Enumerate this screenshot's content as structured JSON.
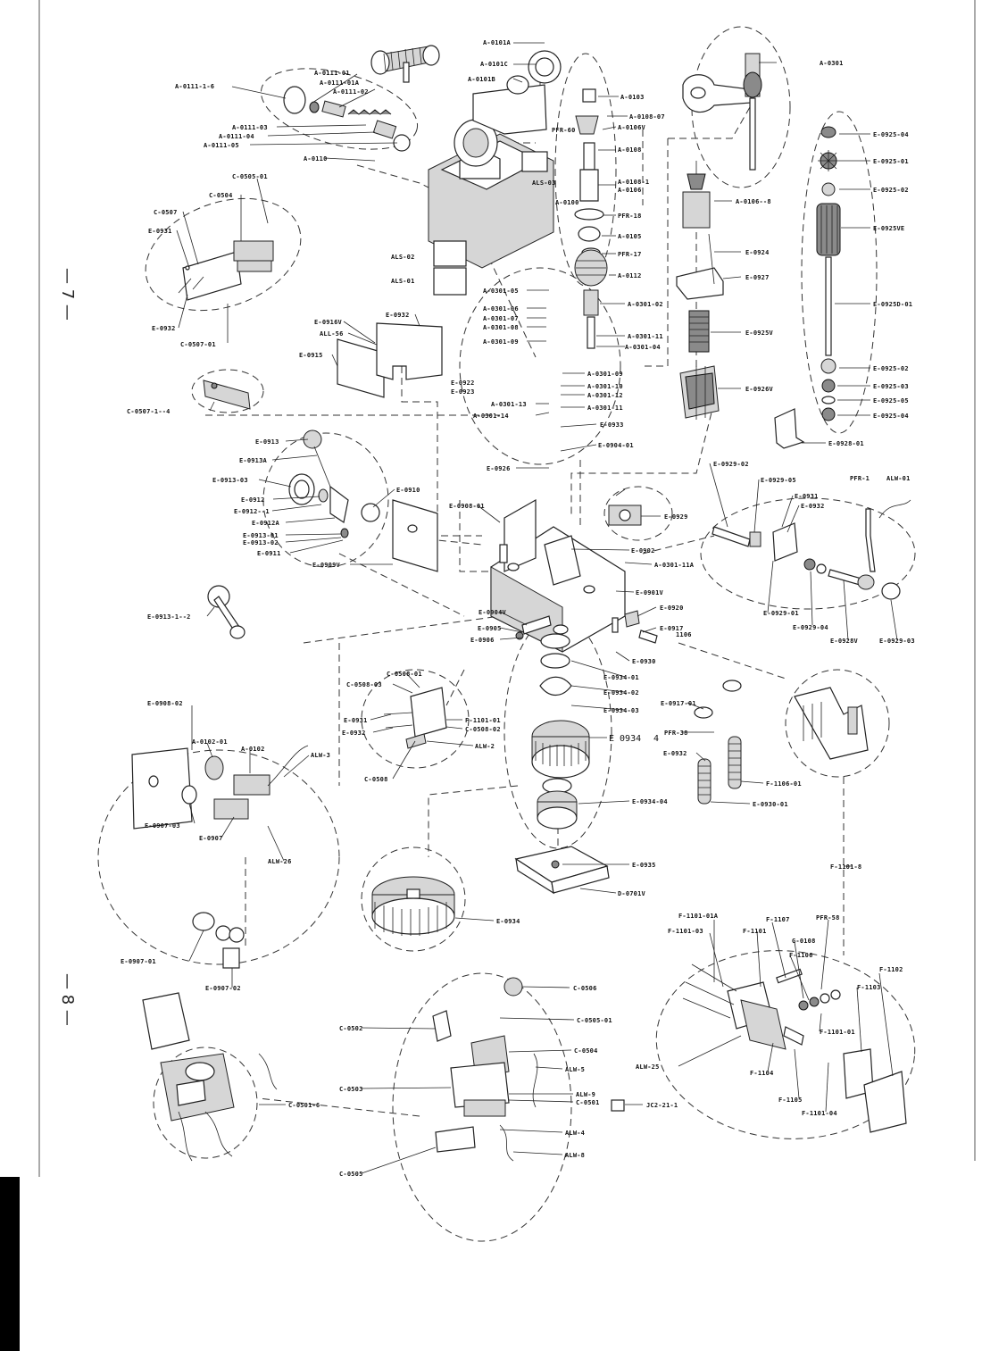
{
  "page": {
    "margin_marks": [
      "— 7 —",
      "— 8 —"
    ]
  },
  "labels": {
    "A_0101A": "A-0101A",
    "A_0101C": "A-0101C",
    "A_0101B": "A-0101B",
    "A_0103": "A-0103",
    "A_0108_07": "A-0108-07",
    "PFR_60": "PFR-60",
    "A_0106V": "A-0106V",
    "A_0108": "A-0108",
    "ALS_03": "ALS-03",
    "A_0108_1": "A-0108-1",
    "A_0106": "A-0106",
    "A_0100": "A-0100",
    "PFR_18": "PFR-18",
    "A_0105": "A-0105",
    "PFR_17": "PFR-17",
    "A_0112": "A-0112",
    "ALS_02": "ALS-02",
    "ALS_01": "ALS-01",
    "A_0111_1_6": "A-0111-1-6",
    "A_0111_01": "A-0111-01",
    "A_0111_01A": "A-0111-01A",
    "A_0111_02": "A-0111-02",
    "A_0111_03": "A-0111-03",
    "A_0111_04": "A-0111-04",
    "A_0111_05": "A-0111-05",
    "A_0110": "A-0110",
    "A_0301": "A-0301",
    "A_0106_8": "A-0106--8",
    "E_0924": "E-0924",
    "E_0927": "E-0927",
    "E_0925V": "E-0925V",
    "E_0926V": "E-0926V",
    "E_0925_04": "E-0925-04",
    "E_0925_01": "E-0925-01",
    "E_0925_02": "E-0925-02",
    "E_0925VE": "E-0925VE",
    "E_0925D_01": "E-0925D-01",
    "E_0925_02b": "E-0925-02",
    "E_0925_03": "E-0925-03",
    "E_0925_05": "E-0925-05",
    "E_0925_04b": "E-0925-04",
    "E_0928_01": "E-0928-01",
    "C_0505_01": "C-0505-01",
    "C_0504": "C-0504",
    "C_0507": "C-0507",
    "E_0931": "E-0931",
    "E_0932": "E-0932",
    "C_0507_01": "C-0507-01",
    "C_0507_1_4": "C-0507-1--4",
    "E_0916V": "E-0916V",
    "E_0932b": "E-0932",
    "ALL_56": "ALL-56",
    "E_0915": "E-0915",
    "A_0301_05": "A-0301-05",
    "A_0301_06": "A-0301-06",
    "A_0301_07": "A-0301-07",
    "A_0301_08": "A-0301-08",
    "A_0301_09": "A-0301-09",
    "A_0301_02": "A-0301-02",
    "A_0301_11": "A-0301-11",
    "A_0301_04": "A-0301-04",
    "A_0301_09b": "A-0301-09",
    "E_0922": "E-0922",
    "E_0923": "E-0923",
    "A_0301_10": "A-0301-10",
    "A_0301_12": "A-0301-12",
    "A_0301_13": "A-0301-13",
    "A_0301_14": "A-0301-14",
    "A_0301_11b": "A-0301-11",
    "E_0933": "E-0933",
    "E_0904_01": "E-0904-01",
    "E_0926": "E-0926",
    "E_0913": "E-0913",
    "E_0913A": "E-0913A",
    "E_0913_03": "E-0913-03",
    "E_0912": "E-0912",
    "E_0912_1": "E-0912--1",
    "E_0912A": "E-0912A",
    "E_0913_01": "E-0913-01",
    "E_0913_02": "E-0913-02",
    "E_0911": "E-0911",
    "E_0910": "E-0910",
    "E_0909V": "E-0909V",
    "E_0908_01": "E-0908-01",
    "E_0913_1_2": "E-0913-1--2",
    "E_0929_02": "E-0929-02",
    "E_0929_05": "E-0929-05",
    "E_0931b": "E-0931",
    "E_0932c": "E-0932",
    "PFR_1": "PFR-1",
    "ALW_01": "ALW-01",
    "E_0929": "E-0929",
    "E_0902": "E-0902",
    "A_0301_11A": "A-0301-11A",
    "E_0901V": "E-0901V",
    "E_0929_01": "E-0929-01",
    "E_0929_04": "E-0929-04",
    "E_0928V": "E-0928V",
    "E_0929_03": "E-0929-03",
    "E_0904V": "E-0904V",
    "E_0905": "E-0905",
    "E_0906": "E-0906",
    "E_0920": "E-0920",
    "E_0917": "E-0917",
    "n1106": "1106",
    "E_0930": "E-0930",
    "E_0934_01": "E-0934-01",
    "E_0934_02": "E-0934-02",
    "E_0934_03": "E-0934-03",
    "E_0934_big": "E 0934",
    "E_0934_4": "4",
    "E_0917_01": "E-0917-01",
    "PFR_38": "PFR-38",
    "E_0932d": "E-0932",
    "F_1106_01": "F-1106-01",
    "E_0930_01": "E-0930-01",
    "E_0934_04": "E-0934-04",
    "E_0935": "E-0935",
    "D_0701V": "D-0701V",
    "E_0934": "E-0934",
    "E_0908_02": "E-0908-02",
    "C_0508_01": "C-0508-01",
    "C_0508_03": "C-0508-03",
    "E_0931c": "E-0931",
    "E_0932e": "E-0932",
    "F_1101_01": "F-1101-01",
    "C_0508_02": "C-0508-02",
    "ALW_2": "ALW-2",
    "A_0102_01": "A-0102-01",
    "A_0102": "A-0102",
    "ALW_3": "ALW-3",
    "E_0907_03": "E-0907-03",
    "E_0907": "E-0907",
    "ALW_26": "ALW-26",
    "C_0508": "C-0508",
    "E_0907_01": "E-0907-01",
    "E_0907_02": "E-0907-02",
    "F_1101_8": "F-1101-8",
    "F_1101_01A": "F-1101-01A",
    "F_1107": "F-1107",
    "PFR_58": "PFR-58",
    "F_1101_03": "F-1101-03",
    "F_1101": "F-1101",
    "G_0108": "G-0108",
    "F_1106": "F-1106",
    "F_1102": "F-1102",
    "F_1103": "F-1103",
    "ALW_25": "ALW-25",
    "F_1101_01b": "F-1101-01",
    "F_1104": "F-1104",
    "F_1105": "F-1105",
    "F_1101_04": "F-1101-04",
    "C_0506": "C-0506",
    "C_0505_01b": "C-0505-01",
    "C_0502": "C-0502",
    "C_0504b": "C-0504",
    "ALW_5": "ALW-5",
    "C_0503": "C-0503",
    "ALW_9": "ALW-9",
    "C_0501": "C-0501",
    "C_0501_6": "C-0501-6",
    "JC2_21_1": "JC2-21-1",
    "ALW_4": "ALW-4",
    "ALW_8": "ALW-8",
    "C_0505": "C-0505"
  }
}
